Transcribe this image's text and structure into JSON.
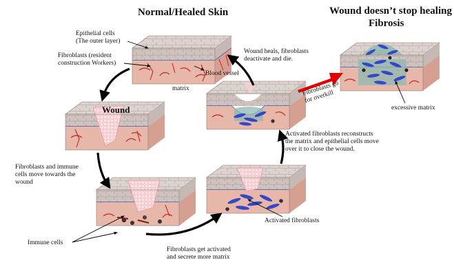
{
  "titles": {
    "normal": "Normal/Healed Skin",
    "fibrosis_line1": "Wound doesn’t stop healing –",
    "fibrosis_line2": "Fibrosis"
  },
  "labels": {
    "epithelial_line1": "Epithelial  cells",
    "epithelial_line2": "(The outer layer)",
    "fibroblasts_line1": "Fibroblasts (resident",
    "fibroblasts_line2": "construction Workers)",
    "matrix": "matrix",
    "blood_vessel": "Blood vessel",
    "wound_heals_line1": "Wound heals, fibroblasts",
    "wound_heals_line2": "deactivate and die.",
    "wound": "Wound",
    "fibroblasts_go_line1": "Fibroblasts go",
    "fibroblasts_go_line2": "for overkill",
    "excessive_matrix": "excessive matrix",
    "activated_recon_line1": "Activated fibroblasts reconstructs",
    "activated_recon_line2": "the matrix  and epithelial  cells move",
    "activated_recon_line3": "over it to close the wound.",
    "move_line1": "Fibroblasts and immune",
    "move_line2": "cells move towards the",
    "move_line3": "wound",
    "activated_fibroblasts": "Activated fibroblasts",
    "immune_cells": "Immune cells",
    "get_activated_line1": "Fibroblasts get activated",
    "get_activated_line2": "and secrete more matrix"
  },
  "colors": {
    "epithelium": "#d9cfcc",
    "dermis": "#e6b6a8",
    "basement_line": "#3b5aa8",
    "blood_vessel": "#d21f1f",
    "wound": "#f2c2c6",
    "activated_fibroblast": "#3347c7",
    "cycle_arrow": "#000000",
    "fibrosis_arrow": "#e00000"
  }
}
